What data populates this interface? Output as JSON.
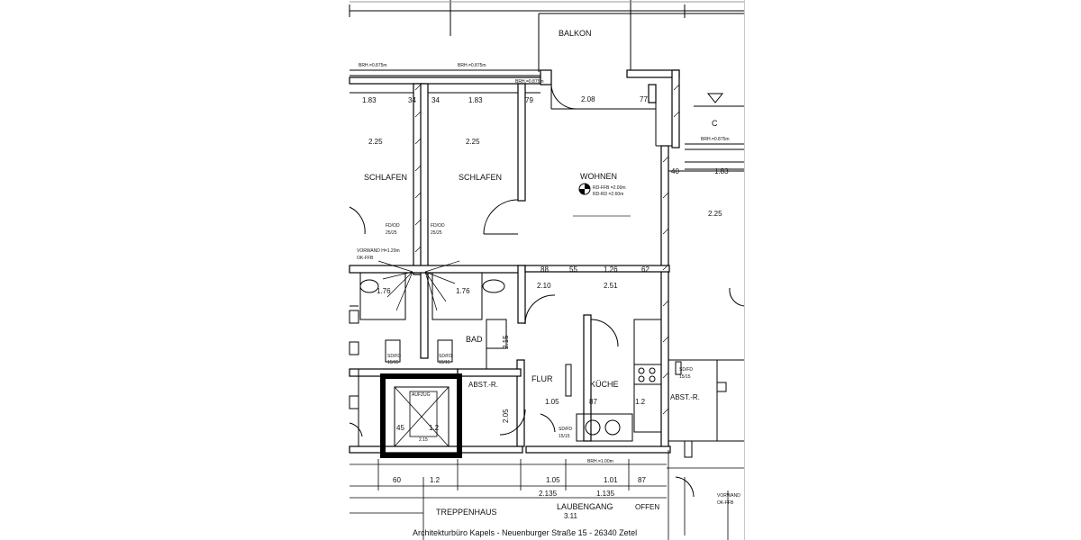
{
  "rooms": {
    "balkon": "BALKON",
    "schlafen_1": "SCHLAFEN",
    "schlafen_2": "SCHLAFEN",
    "wohnen": "WOHNEN",
    "bad": "BAD",
    "flur": "FLUR",
    "kueche": "KÜCHE",
    "abst_left": "ABST.-R.",
    "abst_right": "ABST.-R.",
    "aufzug": "AUFZUG",
    "treppenhaus": "TREPPENHAUS",
    "laubengang": "LAUBENGANG",
    "offen": "OFFEN"
  },
  "section_marker": "C",
  "dimensions": {
    "top_1_83_left": "1.83",
    "top_34_a": "34",
    "top_34_b": "34",
    "top_1_83_mid": "1.83",
    "top_79": "79",
    "top_2_08": "2.08",
    "top_77": "77",
    "schlafen_2_25_a": "2.25",
    "schlafen_2_25_b": "2.25",
    "right_40": "40",
    "right_1_83": "1.83",
    "right_2_25": "2.25",
    "mid_88": "88",
    "mid_55": "55",
    "mid_1_26": "1.26",
    "mid_62": "62",
    "mid_2_10": "2.10",
    "mid_2_51": "2.51",
    "bath_1_76_a": "1.76",
    "bath_1_76_b": "1.76",
    "flur_2_15": "2.15",
    "flur_1_05": "1.05",
    "kueche_87": "87",
    "kueche_1_2": "1.2",
    "flur_2_05": "2.05",
    "bot_60": "60",
    "bot_1_2": "1.2",
    "bot_1_05": "1.05",
    "bot_1_01": "1.01",
    "bot_2_135": "2.135",
    "bot_1_135": "1.135",
    "bot_3_11": "3.11",
    "bot_87": "87",
    "aufzug_45": "45",
    "aufzug_1_2": "1.2",
    "aufzug_2_15": "2.15"
  },
  "annotations": {
    "brh_1": "BRH.=0.875m",
    "brh_2": "BRH.=0.875m",
    "brh_3": "BRH.=0.875m",
    "brh_4": "BRH.=0.875m",
    "brh_5": "BRH.=1.00m",
    "fd_1": "FD/OD",
    "fd_1b": "25/25",
    "fd_2": "FD/OD",
    "fd_2b": "25/25",
    "vorwand": "VORWAND H=1.20m",
    "okffb": "OK-FFB",
    "wohnen_note_1": "RD-FFB =2.00m",
    "wohnen_note_2": "RD-RD =2.60m",
    "sd_1": "SD/FD",
    "sd_1b": "15/15",
    "sd_2": "SD/FD",
    "sd_2b": "15/15",
    "sd_3": "SD/FD",
    "sd_3b": "15/15",
    "sd_4": "SD/FD",
    "sd_4b": "15/15",
    "vorwand_2": "VORWAND",
    "okffb_2": "OK-FFB"
  },
  "footer": "Architekturbüro Kapels - Neuenburger Straße 15 - 26340 Zetel"
}
